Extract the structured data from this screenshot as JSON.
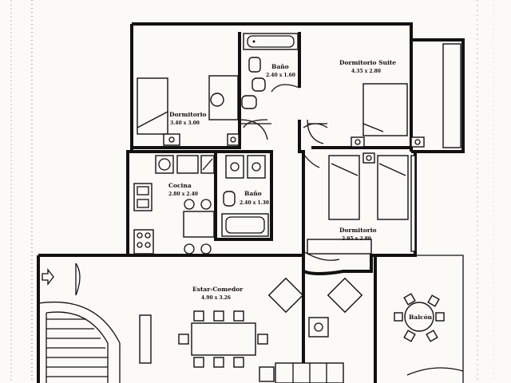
{
  "rooms": {
    "dormitorio_1": {
      "name": "Dormitorio",
      "dims": "3.40 x 3.00"
    },
    "bano_1": {
      "name": "Baño",
      "dims": "2.40 x 1.60"
    },
    "dormitorio_suite": {
      "name": "Dormitorio Suite",
      "dims": "4.35 x 2.80"
    },
    "cocina": {
      "name": "Cocina",
      "dims": "2.80 x 2.40"
    },
    "bano_2": {
      "name": "Baño",
      "dims": "2.40 x 1.30"
    },
    "dormitorio_2": {
      "name": "Dormitorio",
      "dims": "2.95 x 2.80"
    },
    "estar_comedor": {
      "name": "Estar-Comedor",
      "dims": "4.90 x 3.26"
    },
    "balcon": {
      "name": "Balcón"
    }
  }
}
